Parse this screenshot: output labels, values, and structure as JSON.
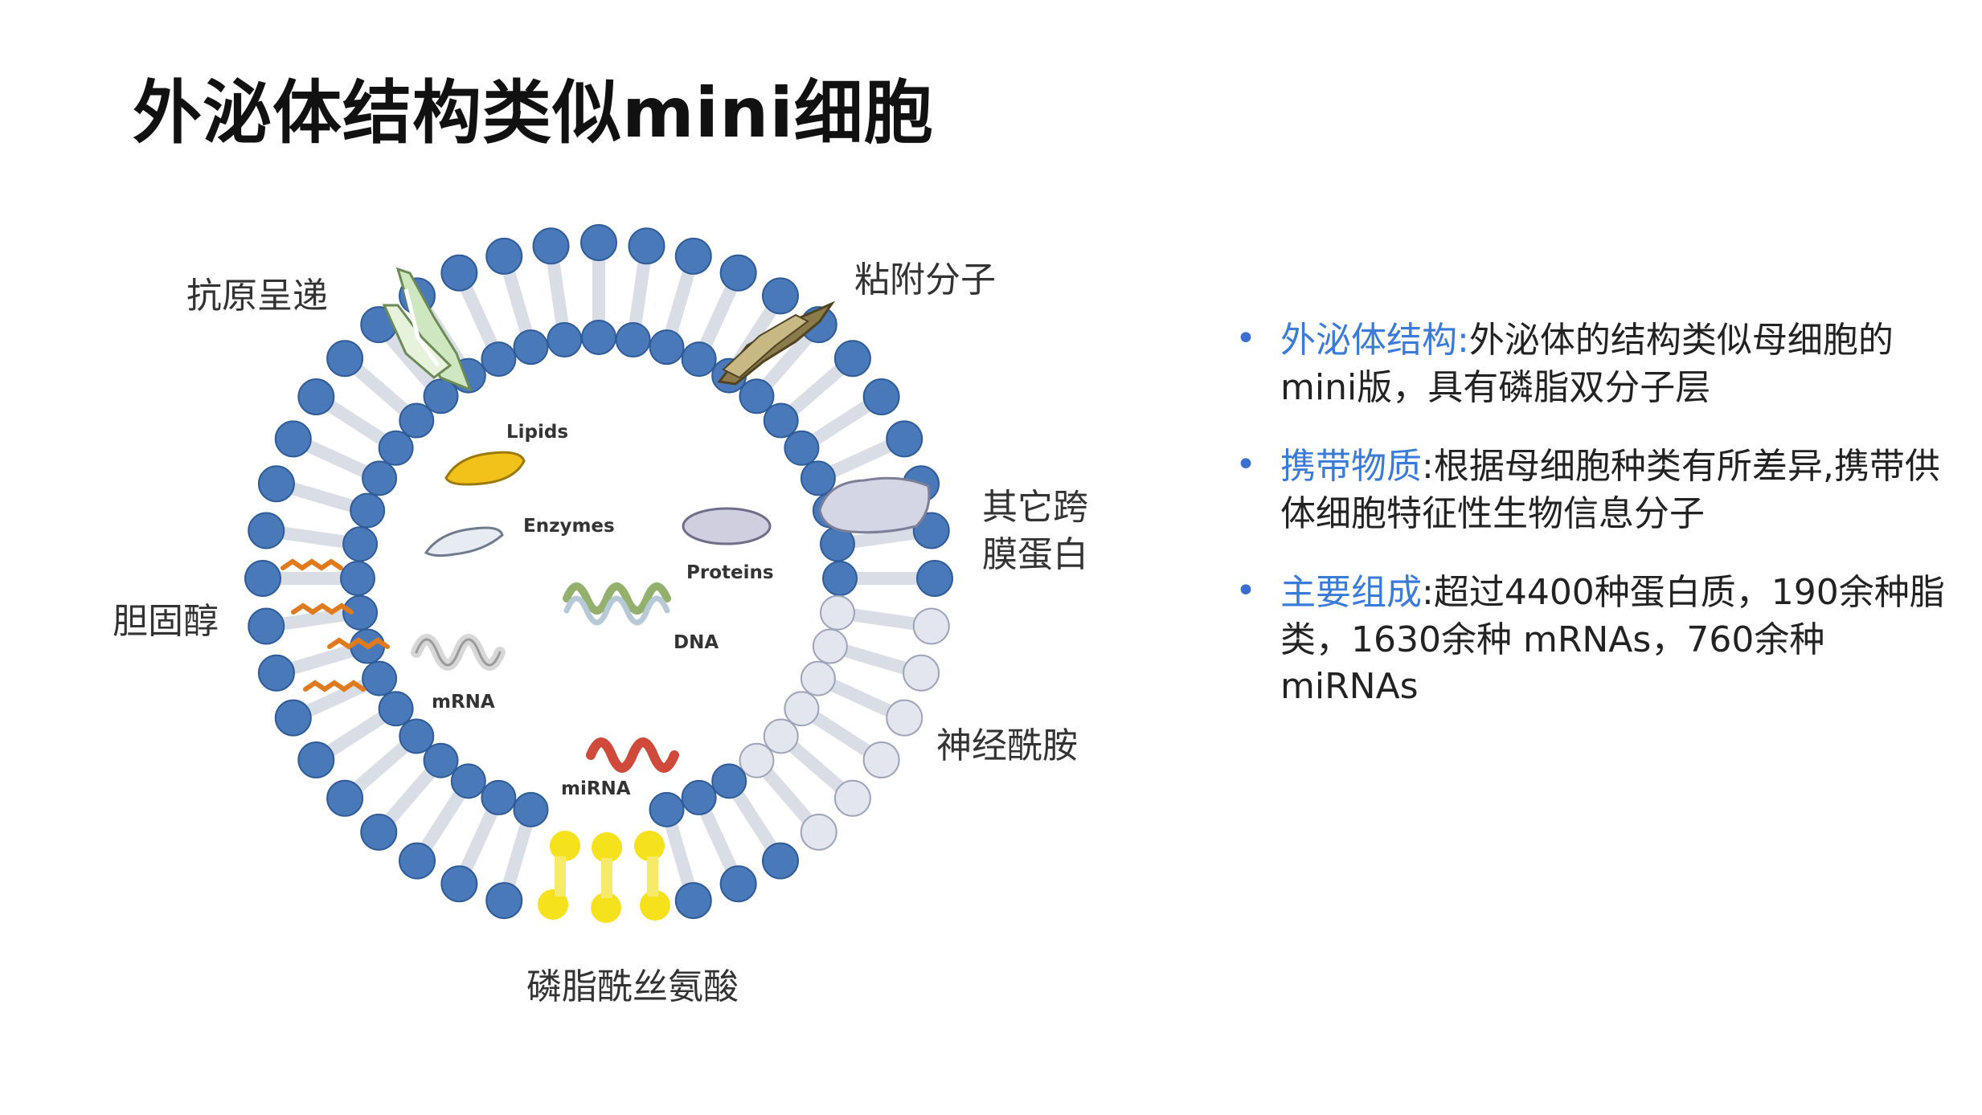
{
  "title": "外泌体结构类似mini细胞",
  "diagram": {
    "labels": {
      "antigen": "抗原呈递",
      "adhesion": "粘附分子",
      "transmembrane_line1": "其它跨",
      "transmembrane_line2": "膜蛋白",
      "cholesterol": "胆固醇",
      "ceramide": "神经酰胺",
      "phosphatidylserine": "磷脂酰丝氨酸",
      "lipids": "Lipids",
      "enzymes": "Enzymes",
      "proteins": "Proteins",
      "dna": "DNA",
      "mrna": "mRNA",
      "mirna": "miRNA"
    },
    "colors": {
      "lipid_head": "#4a79b9",
      "ceramide_head": "#e3e6ee",
      "ps_head": "#f5e11c",
      "cholesterol": "#e07b1d",
      "tail": "#d9dde6",
      "lipid_blob": "#f2c21b",
      "protein_blob": "#c9c9dd",
      "mirna": "#cf4a3a",
      "dna": "#93b06c"
    }
  },
  "bullets": [
    {
      "head": "外泌体结构",
      "colon": ":",
      "text": "外泌体的结构类似母细胞的mini版，具有磷脂双分子层"
    },
    {
      "head": "携带物质",
      "colon": ":",
      "text": "根据母细胞种类有所差异,携带供体细胞特征性生物信息分子"
    },
    {
      "head": "主要组成",
      "colon": ":",
      "text": "超过4400种蛋白质，190余种脂类，1630余种 mRNAs，760余种 miRNAs"
    }
  ]
}
